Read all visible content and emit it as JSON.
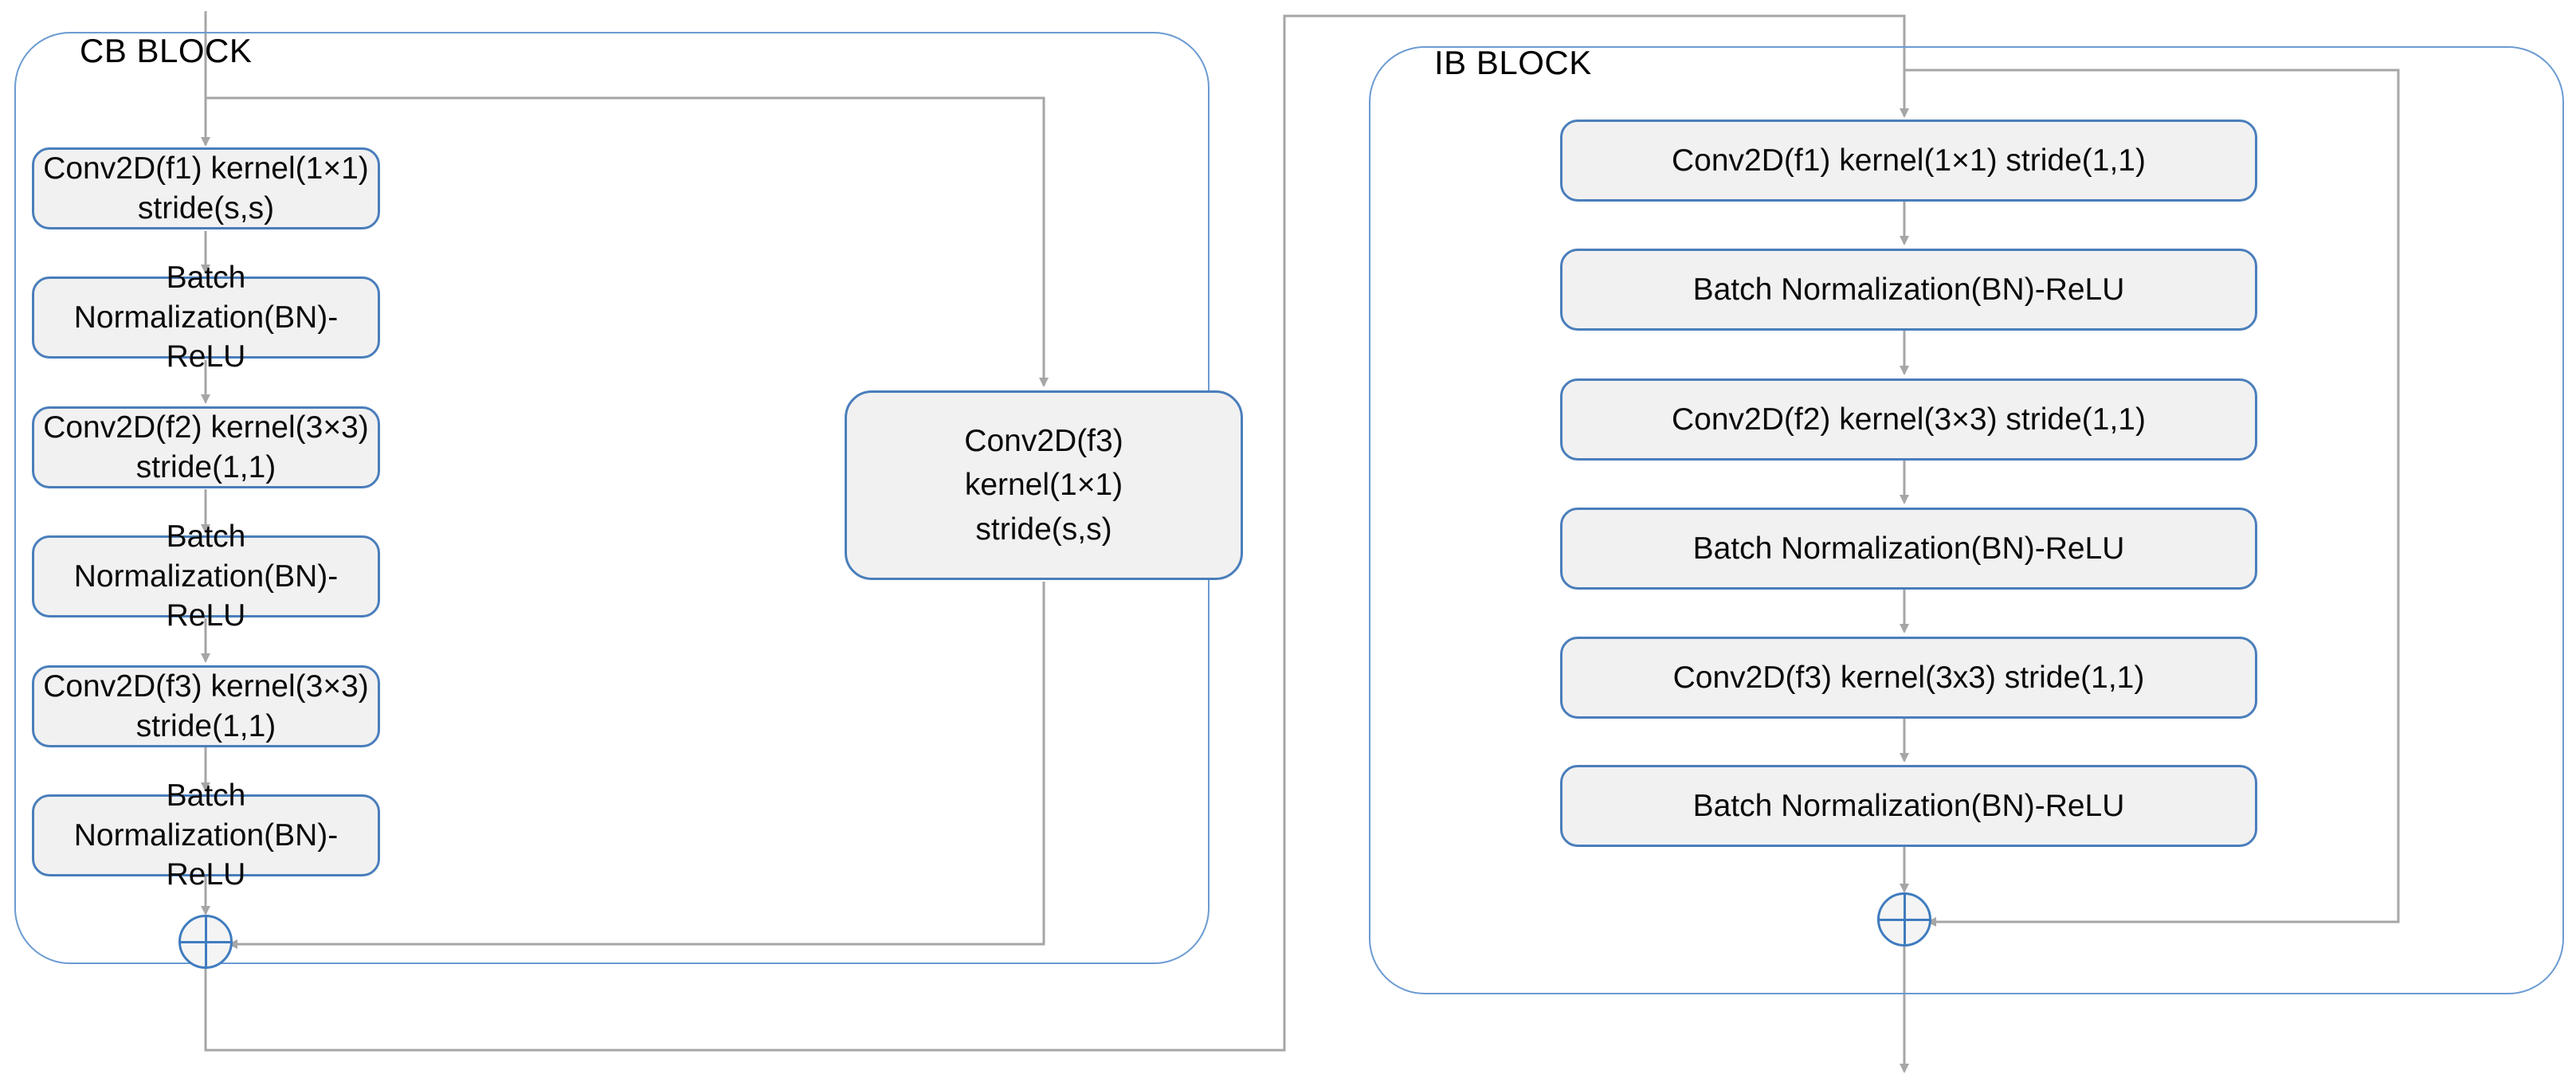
{
  "diagram": {
    "title": "Residual network building blocks",
    "colors": {
      "node_fill": "#f1f1f1",
      "node_border": "#4a7ebb",
      "container_border": "#6b9bd2",
      "wire": "#a6a6a6",
      "adder_border": "#3f7cbf",
      "text": "#0a0a0a"
    },
    "blocks": [
      {
        "id": "cb",
        "title": "CB BLOCK",
        "main_path": [
          {
            "id": "cb-1",
            "label": "Conv2D(f1) kernel(1×1) stride(s,s)"
          },
          {
            "id": "cb-2",
            "label": "Batch Normalization(BN)-ReLU"
          },
          {
            "id": "cb-3",
            "label": "Conv2D(f2) kernel(3×3) stride(1,1)"
          },
          {
            "id": "cb-4",
            "label": "Batch Normalization(BN)-ReLU"
          },
          {
            "id": "cb-5",
            "label": "Conv2D(f3) kernel(3×3) stride(1,1)"
          },
          {
            "id": "cb-6",
            "label": "Batch Normalization(BN)-ReLU"
          }
        ],
        "shortcut_path": [
          {
            "id": "cb-shortcut",
            "lines": [
              "Conv2D(f3)",
              "kernel(1×1)",
              "stride(s,s)"
            ]
          }
        ],
        "adder": {
          "id": "cb-add",
          "symbol": "plus-in-circle"
        }
      },
      {
        "id": "ib",
        "title": "IB BLOCK",
        "main_path": [
          {
            "id": "ib-1",
            "label": "Conv2D(f1) kernel(1×1) stride(1,1)"
          },
          {
            "id": "ib-2",
            "label": "Batch Normalization(BN)-ReLU"
          },
          {
            "id": "ib-3",
            "label": "Conv2D(f2) kernel(3×3) stride(1,1)"
          },
          {
            "id": "ib-4",
            "label": "Batch Normalization(BN)-ReLU"
          },
          {
            "id": "ib-5",
            "label": "Conv2D(f3) kernel(3x3) stride(1,1)"
          },
          {
            "id": "ib-6",
            "label": "Batch Normalization(BN)-ReLU"
          }
        ],
        "shortcut_path": [],
        "adder": {
          "id": "ib-add",
          "symbol": "plus-in-circle"
        }
      }
    ]
  }
}
